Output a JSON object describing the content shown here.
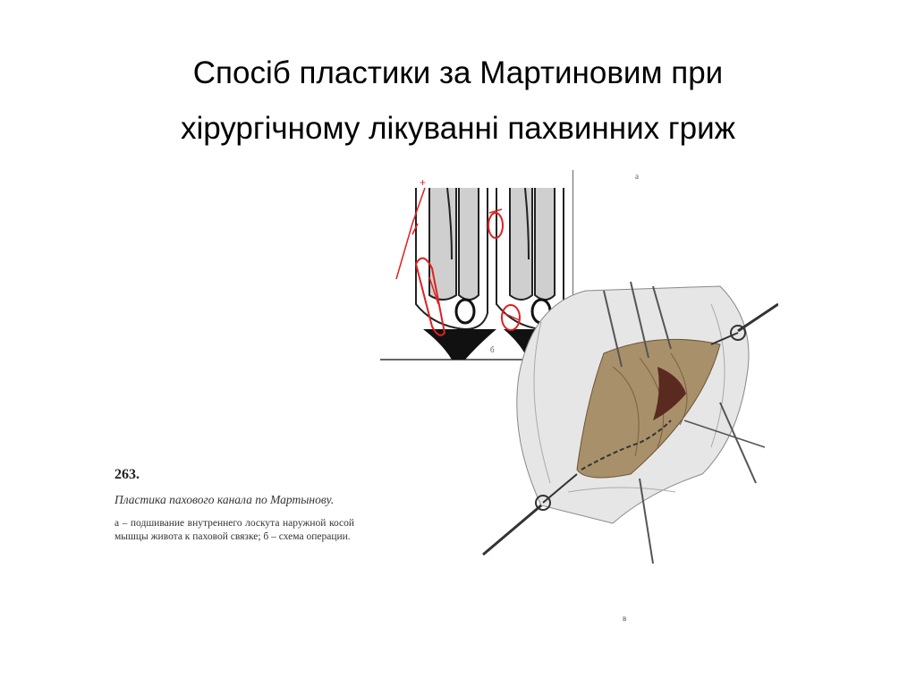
{
  "slide": {
    "title_line1": "Спосіб пластики за Мартиновим при",
    "title_line2": "хірургічному лікуванні пахвинних гриж"
  },
  "figure": {
    "label_a": "a",
    "label_b": "б",
    "label_v": "в",
    "caption_number": "263.",
    "caption_title": "Пластика пахового канала по Мартынову.",
    "caption_text": "а – подшивание внутреннего лоскута наружной косой мышцы живота к паховой связке; б – схема операции."
  },
  "colors": {
    "suture_red": "#e02020",
    "tissue": "#a8906a",
    "drape": "#e6e6e6"
  }
}
